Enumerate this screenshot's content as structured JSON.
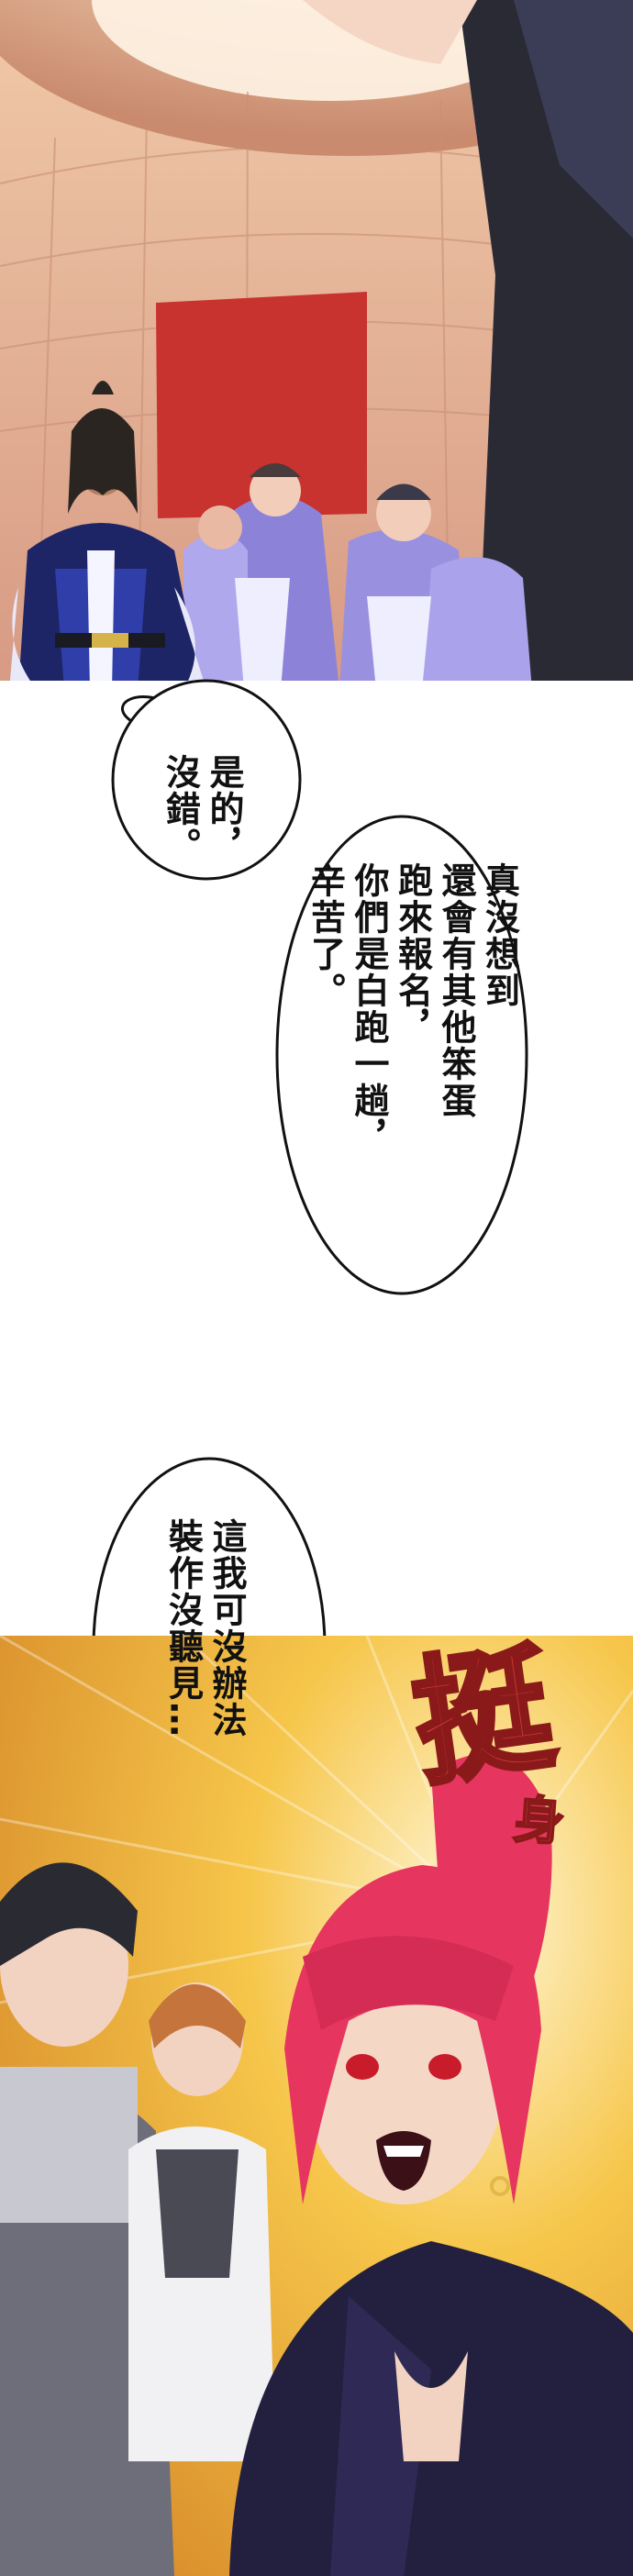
{
  "bubbles": [
    {
      "lines": [
        "是的，",
        "沒錯。"
      ]
    },
    {
      "lines": [
        "真沒想到",
        "還會有其他笨蛋",
        "跑來報名，",
        "你們是白跑一趟，",
        "辛苦了。"
      ]
    },
    {
      "lines": [
        "這我可沒辦法",
        "裝作沒聽見…"
      ]
    }
  ],
  "sfx": {
    "main": "挺",
    "small": "身"
  },
  "colors": {
    "panel1_sky": "#f0cdb0",
    "panel1_banner": "#c8322f",
    "panel1_robes": "#8c83d8",
    "panel2_bg": "#f6c64a",
    "hair_red": "#e6365f",
    "suit_navy": "#23203f"
  }
}
